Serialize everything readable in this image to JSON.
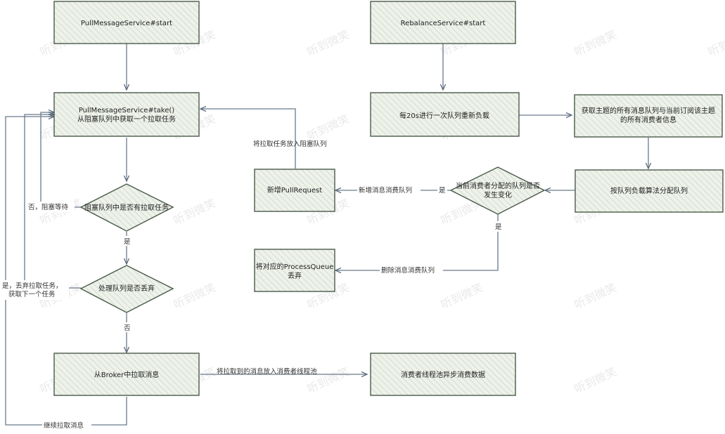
{
  "nodes": {
    "pull_start": "PullMessageService#start",
    "rebalance_start": "RebalanceService#start",
    "take_line1": "PullMessageService#take()",
    "take_line2": "从阻塞队列中获取一个拉取任务",
    "rebalance_20s": "每20s进行一次队列重新负载",
    "get_topic_line1": "获取主题的所有消息队列与当前订阅该主题",
    "get_topic_line2": "的所有消费者信息",
    "new_pullrequest": "新增PullRequest",
    "allocate_queue": "按队列负载算法分配队列",
    "queue_changed_line1": "当前消费者分配的队列是否",
    "queue_changed_line2": "发生变化",
    "has_task": "阻塞队列中是否有拉取任务",
    "process_queue_line1": "将对应的ProcessQueue",
    "process_queue_line2": "丢弃",
    "discard_check": "处理队列是否丢弃",
    "pull_from_broker": "从Broker中拉取消息",
    "thread_pool": "消费者线程池异步消费数据"
  },
  "edges": {
    "put_task": "将拉取任务放入阻塞队列",
    "no_block": "否，阻塞等待",
    "yes_1": "是",
    "yes_discard_line1": "是，丢弃拉取任务，",
    "yes_discard_line2": "获取下一个任务",
    "no_1": "否",
    "add_queue": "新增消息消费队列",
    "yes_2": "是",
    "yes_3": "是",
    "remove_queue": "删除消息消费队列",
    "put_pool": "将拉取到的消息放入消费者线程池",
    "continue_pull": "继续拉取消息"
  },
  "watermark": "听到微笑"
}
